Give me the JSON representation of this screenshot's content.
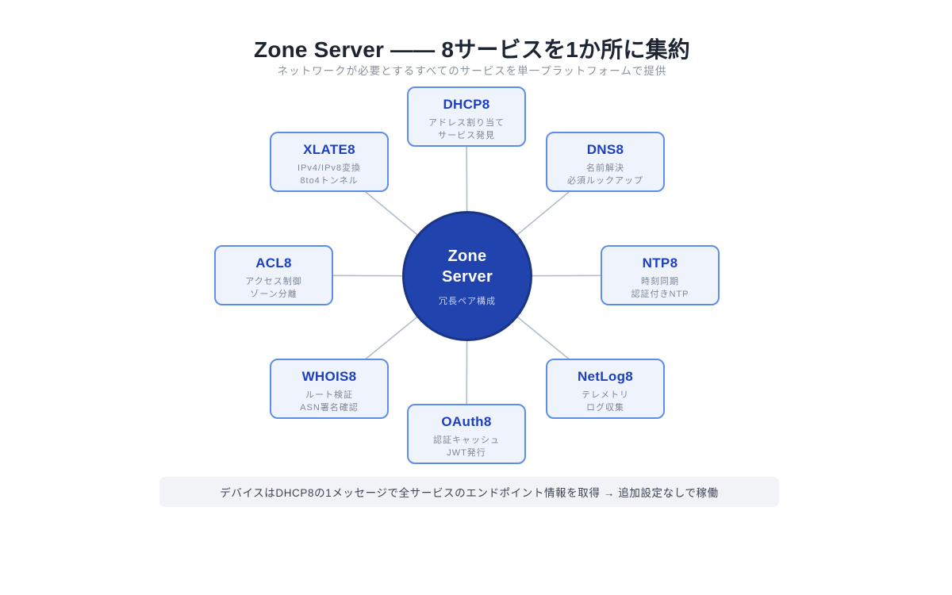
{
  "header": {
    "title": "Zone Server —— 8サービスを1か所に集約",
    "subtitle": "ネットワークが必要とするすべてのサービスを単一プラットフォームで提供"
  },
  "hub": {
    "name_line1": "Zone",
    "name_line2": "Server",
    "caption": "冗長ペア構成"
  },
  "services": [
    {
      "name": "DHCP8",
      "position": "top",
      "lines": [
        "アドレス割り当て",
        "サービス発見"
      ]
    },
    {
      "name": "XLATE8",
      "position": "top-left",
      "lines": [
        "IPv4/IPv8変換",
        "8to4トンネル"
      ]
    },
    {
      "name": "DNS8",
      "position": "top-right",
      "lines": [
        "名前解決",
        "必須ルックアップ"
      ]
    },
    {
      "name": "ACL8",
      "position": "left",
      "lines": [
        "アクセス制御",
        "ゾーン分離"
      ]
    },
    {
      "name": "NTP8",
      "position": "right",
      "lines": [
        "時刻同期",
        "認証付きNTP"
      ]
    },
    {
      "name": "WHOIS8",
      "position": "bottom-left",
      "lines": [
        "ルート検証",
        "ASN署名確認"
      ]
    },
    {
      "name": "NetLog8",
      "position": "bottom-right",
      "lines": [
        "テレメトリ",
        "ログ収集"
      ]
    },
    {
      "name": "OAuth8",
      "position": "bottom",
      "lines": [
        "認証キャッシュ",
        "JWT発行"
      ]
    }
  ],
  "footer": {
    "note": "デバイスはDHCP8の1メッセージで全サービスのエンドポイント情報を取得 → 追加設定なしで稼働"
  },
  "colors": {
    "hub_fill": "#2043ae",
    "hub_border": "#1a3487",
    "card_fill": "#eff4fc",
    "card_border": "#5e8eec",
    "card_title": "#1b3fc0",
    "card_text": "#7c8798",
    "connector": "#b3bdca",
    "heading_text": "#1d2533",
    "subtitle_text": "#8a929c",
    "footer_bg": "#f1f3f6",
    "footer_text": "#3c4454"
  }
}
